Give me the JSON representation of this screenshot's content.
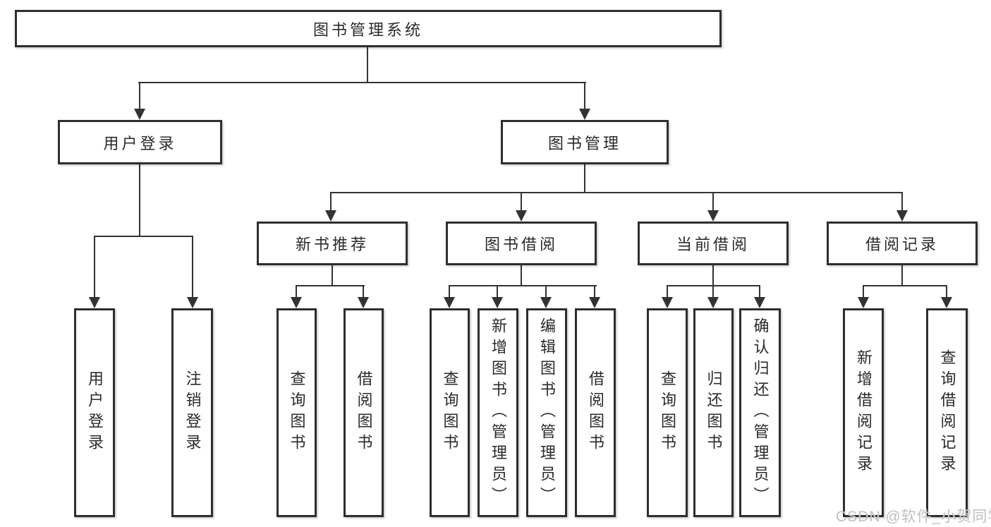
{
  "colors": {
    "line": "#333333",
    "box_border": "#2e2e2e",
    "box_background": "#ffffff",
    "text": "#2a2a2a",
    "watermark": "#c0c0c0"
  },
  "diagram": {
    "root": {
      "label": "图书管理系统"
    },
    "branches": [
      {
        "label": "用户登录",
        "children": [
          {
            "label": "用户登录"
          },
          {
            "label": "注销登录"
          }
        ]
      },
      {
        "label": "图书管理",
        "children": [
          {
            "label": "新书推荐",
            "children": [
              {
                "label": "查询图书"
              },
              {
                "label": "借阅图书"
              }
            ]
          },
          {
            "label": "图书借阅",
            "children": [
              {
                "label": "查询图书"
              },
              {
                "label": "新增图书（管理员）"
              },
              {
                "label": "编辑图书（管理员）"
              },
              {
                "label": "借阅图书"
              }
            ]
          },
          {
            "label": "当前借阅",
            "children": [
              {
                "label": "查询图书"
              },
              {
                "label": "归还图书"
              },
              {
                "label": "确认归还（管理员）"
              }
            ]
          },
          {
            "label": "借阅记录",
            "children": [
              {
                "label": "新增借阅记录"
              },
              {
                "label": "查询借阅记录"
              }
            ]
          }
        ]
      }
    ]
  },
  "watermark": {
    "text": "CSDN @软件_小贺同学"
  }
}
